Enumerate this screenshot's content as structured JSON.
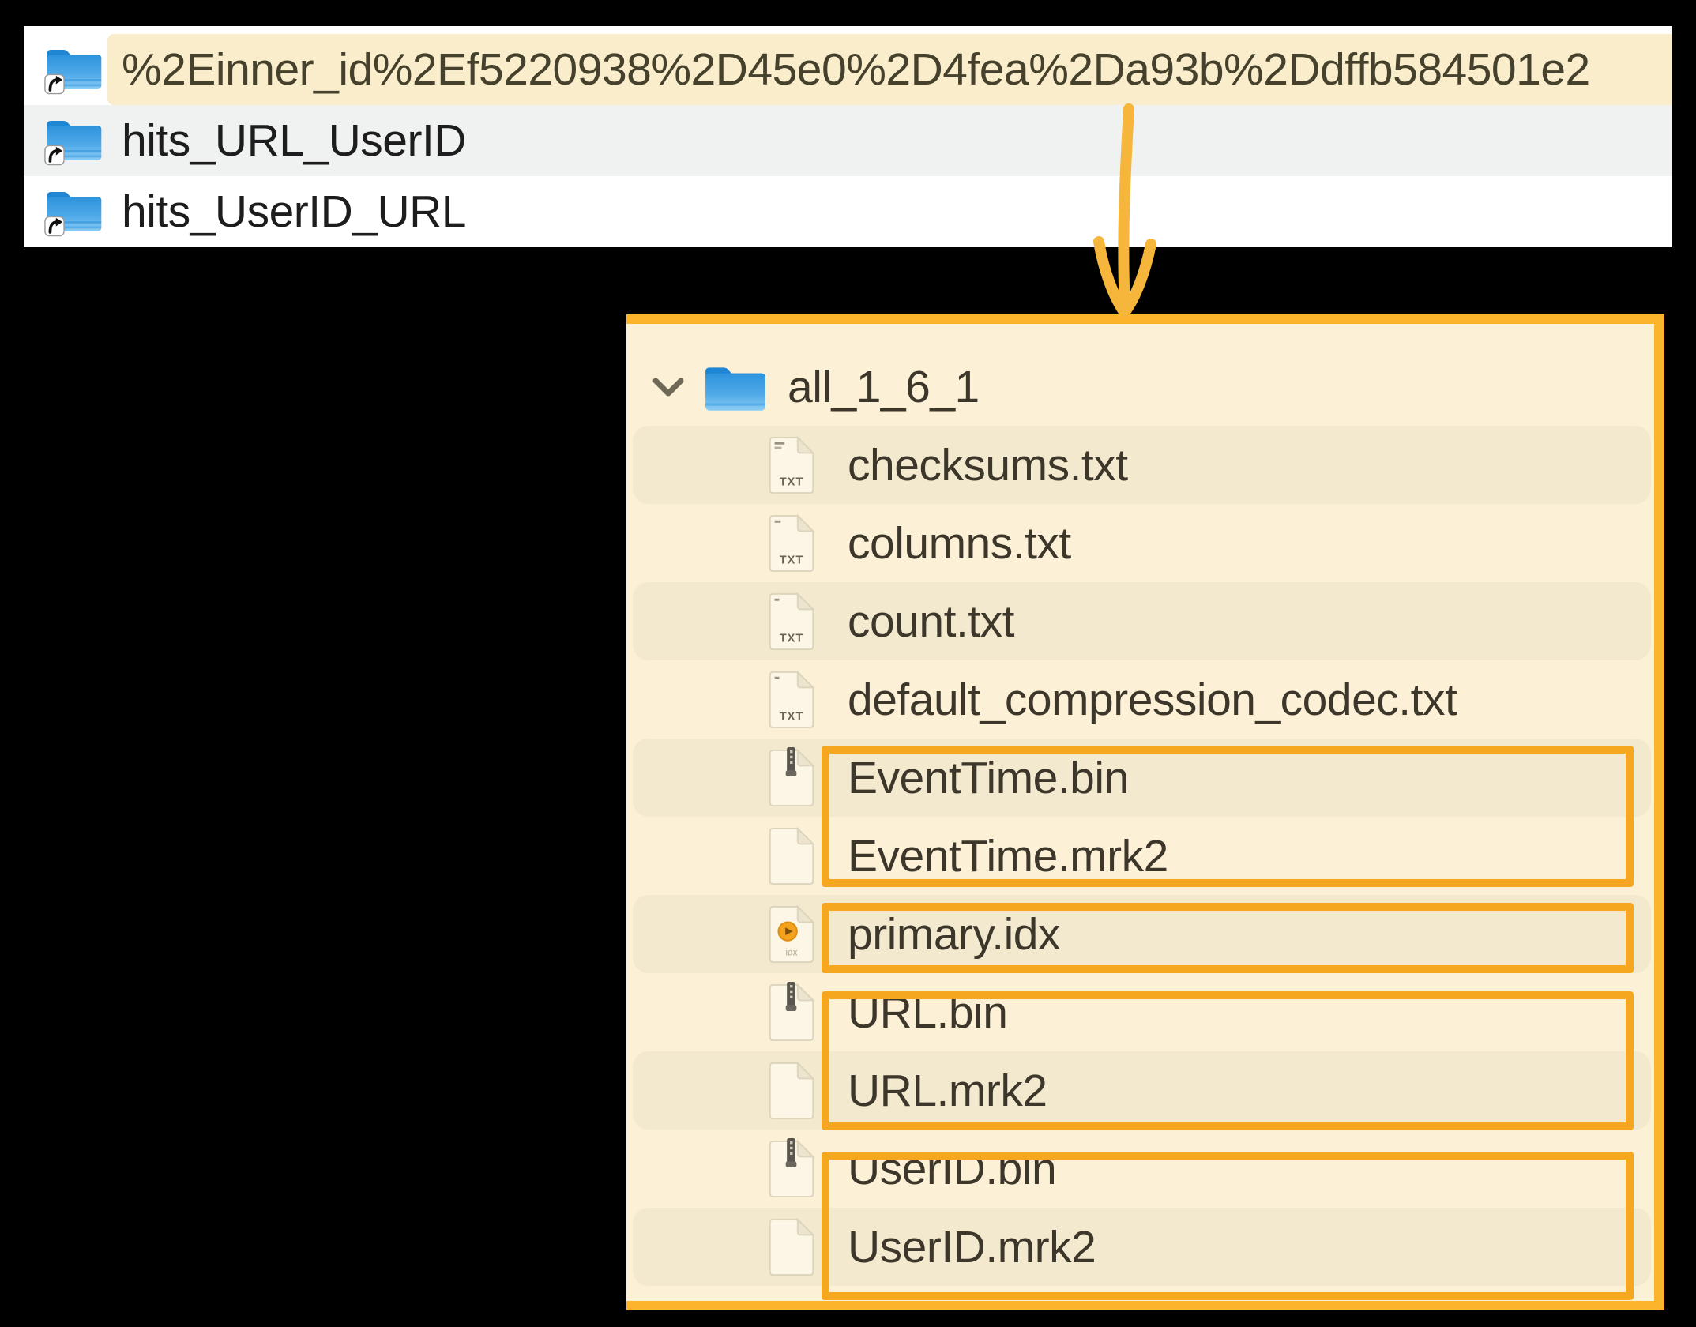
{
  "finder_list": {
    "rows": [
      {
        "label": "%2Einner_id%2Ef5220938%2D45e0%2D4fea%2Da93b%2Ddffb584501e2",
        "icon": "folder-alias-icon",
        "highlighted": true
      },
      {
        "label": "hits_URL_UserID",
        "icon": "folder-alias-icon",
        "highlighted": false
      },
      {
        "label": "hits_UserID_URL",
        "icon": "folder-alias-icon",
        "highlighted": false
      }
    ]
  },
  "tree": {
    "root": {
      "label": "all_1_6_1",
      "icon": "folder-icon",
      "expanded": true
    },
    "files": [
      {
        "label": "checksums.txt",
        "icon": "txt-document-icon"
      },
      {
        "label": "columns.txt",
        "icon": "txt-document-icon"
      },
      {
        "label": "count.txt",
        "icon": "txt-document-icon"
      },
      {
        "label": "default_compression_codec.txt",
        "icon": "txt-document-icon"
      },
      {
        "label": "EventTime.bin",
        "icon": "binary-document-icon"
      },
      {
        "label": "EventTime.mrk2",
        "icon": "blank-document-icon"
      },
      {
        "label": "primary.idx",
        "icon": "index-document-icon"
      },
      {
        "label": "URL.bin",
        "icon": "binary-document-icon"
      },
      {
        "label": "URL.mrk2",
        "icon": "blank-document-icon"
      },
      {
        "label": "UserID.bin",
        "icon": "binary-document-icon"
      },
      {
        "label": "UserID.mrk2",
        "icon": "blank-document-icon"
      }
    ]
  },
  "icon_labels": {
    "txt": "TXT",
    "idx": "idx"
  },
  "icons": {
    "chevron": "chevron-down-icon",
    "arrow_annotation": "hand-drawn-down-arrow",
    "alias_badge": "alias-arrow-badge"
  },
  "colors": {
    "annotation_orange": "#F5A81F",
    "panel_border_orange": "#FBB42C",
    "arrow_orange": "#F6B53B",
    "tree_background": "#FCF1D6",
    "tree_stripe": "#F2E9CE",
    "selected_row_highlight": "#FAEDCB",
    "alt_row_gray": "#F0F1F1",
    "folder_blue": "#3E9CE0"
  }
}
